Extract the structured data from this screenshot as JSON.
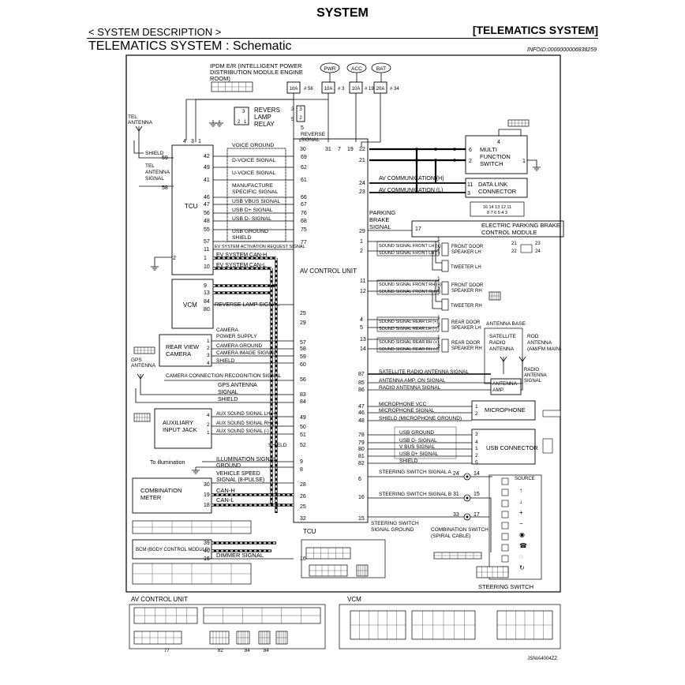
{
  "header": {
    "title": "SYSTEM",
    "section": "< SYSTEM DESCRIPTION >",
    "system_tag": "[TELEMATICS SYSTEM]",
    "schematic_title": "TELEMATICS SYSTEM : Schematic",
    "info_id": "INFOID:0000000006838259"
  },
  "ipdm": {
    "label_lines": [
      "IPDM E/R (INTELLIGENT POWER",
      "DISTRIBUTION MODULE ENGINE",
      "ROOM)"
    ],
    "power_sources": [
      "PWR",
      "ACC",
      "BAT"
    ],
    "fuses": [
      {
        "rating": "10A",
        "num": "# 56"
      },
      {
        "rating": "10A",
        "num": "# 3"
      },
      {
        "rating": "10A",
        "num": "# 19"
      },
      {
        "rating": "20A",
        "num": "# 34"
      }
    ]
  },
  "relay": {
    "label_lines": [
      "REVERS",
      "LAMP",
      "RELAY"
    ],
    "pins": [
      "3",
      "5",
      "2",
      "1"
    ]
  },
  "tel_antenna": {
    "label_lines": [
      "TEL",
      "ANTENNA"
    ],
    "shield": "SHIELD",
    "signal_lines": [
      "TEL",
      "ANTENNA",
      "SIGNAL"
    ],
    "pins": [
      "4",
      "3",
      "1",
      "59",
      "58",
      "2"
    ]
  },
  "tcu": {
    "label": "TCU",
    "left_pins": [
      "42",
      "49",
      "41",
      "46",
      "47",
      "56",
      "48",
      "55",
      "57",
      "11",
      "1",
      "10"
    ],
    "signals": [
      "VOICE GROUND",
      "D-VOICE SIGNAL",
      "U-VOICE SIGNAL",
      "MANUFACTURE",
      "SPECIFIC SIGNAL",
      "USB VBUS SIGNAL",
      "USB D+ SIGNAL",
      "USB D- SIGNAL",
      "USB GROUND",
      "SHIELD",
      "EV SYSTEM ACTIVATION REQUEST SIGNAL",
      "EV SYSTEM CAN-H",
      "EV SYSTEM CAN-L"
    ],
    "right_pins": [
      "69",
      "62",
      "61",
      "66",
      "67",
      "76",
      "68",
      "75",
      "77"
    ]
  },
  "vcm": {
    "label": "VCM",
    "pins": [
      "9",
      "13",
      "84",
      "80"
    ],
    "signal": "REVERSE LAMP SIGNAL"
  },
  "av_unit": {
    "label": "AV CONTROL UNIT",
    "top_pins": [
      "30",
      "31",
      "7",
      "19",
      "22",
      "21",
      "24",
      "23",
      "29"
    ],
    "reverse_signal_lines": [
      "REVERSE",
      "SIGNAL"
    ],
    "av_comm_h": "AV COMMUNICATION (H)",
    "av_comm_l": "AV COMMUNICATION (L)",
    "parking_brake_lines": [
      "PARKING",
      "BRAKE",
      "SIGNAL"
    ],
    "left_pins": [
      "25",
      "29",
      "57",
      "58",
      "59",
      "60",
      "56",
      "83",
      "84",
      "49",
      "50",
      "51",
      "52",
      "9",
      "8",
      "28",
      "26",
      "25",
      "32",
      "16"
    ]
  },
  "multi_function_switch": {
    "label_lines": [
      "MULTI",
      "FUNCTION",
      "SWITCH"
    ],
    "pins": [
      "4",
      "6",
      "2",
      "1"
    ]
  },
  "data_link_connector": {
    "label_lines": [
      "DATA LINK",
      "CONNECTOR"
    ],
    "pins": [
      "11",
      "3"
    ],
    "connector_top": "16 14 13 12 11",
    "connector_bottom": "8 7 6 5 4 3"
  },
  "epb": {
    "label_lines": [
      "ELECTRIC PARKING BRAKE",
      "CONTROL MODULE"
    ],
    "pin": "17",
    "connectors": [
      "21",
      "22",
      "23",
      "24"
    ]
  },
  "speakers": [
    {
      "pins": [
        "1",
        "2"
      ],
      "signals": [
        "SOUND SIGNAL FRONT LH (+)",
        "SOUND SIGNAL FRONT LH (-)"
      ],
      "label_lines": [
        "FRONT DOOR",
        "SPEAKER LH"
      ],
      "tweeter": "TWEETER LH"
    },
    {
      "pins": [
        "11",
        "12"
      ],
      "signals": [
        "SOUND SIGNAL FRONT RH (+)",
        "SOUND SIGNAL FRONT RH (-)"
      ],
      "label_lines": [
        "FRONT DOOR",
        "SPEAKER RH"
      ],
      "tweeter": "TWEETER RH"
    },
    {
      "pins": [
        "4",
        "5"
      ],
      "signals": [
        "SOUND SIGNAL REAR LH (+)",
        "SOUND SIGNAL REAR LH (-)"
      ],
      "label_lines": [
        "REAR DOOR",
        "SPEAKER LH"
      ]
    },
    {
      "pins": [
        "13",
        "14"
      ],
      "signals": [
        "SOUND SIGNAL REAR RH (+)",
        "SOUND SIGNAL REAR RH (-)"
      ],
      "label_lines": [
        "REAR DOOR",
        "SPEAKER RH"
      ]
    }
  ],
  "antennas": {
    "base": "ANTENNA BASE",
    "satellite_lines": [
      "SATELLITE",
      "RADIO",
      "ANTENNA"
    ],
    "rod_lines": [
      "ROD",
      "ANTENNA",
      "(AM/FM MAIN)"
    ],
    "radio_signal_lines": [
      "RADIO",
      "ANTENNA",
      "SIGNAL"
    ],
    "amp_lines": [
      "ANTENNA",
      "AMP."
    ],
    "pins": [
      "87",
      "85",
      "86"
    ],
    "signals": [
      "SATELLITE RADIO ANTENNA SIGNAL",
      "ANTENNA AMP. ON SIGNAL",
      "RADIO ANTENNA SIGNAL"
    ]
  },
  "microphone": {
    "label": "MICROPHONE",
    "pins": [
      "47",
      "46",
      "48"
    ],
    "signals": [
      "MICROPHONE VCC",
      "MICROPHONE SIGNAL",
      "SHIELD (MICROPHONE GROUND)"
    ],
    "dev_pins": [
      "1",
      "2"
    ]
  },
  "usb": {
    "label": "USB CONNECTOR",
    "pins": [
      "78",
      "79",
      "80",
      "81",
      "82"
    ],
    "signals": [
      "USB GROUND",
      "USB D- SIGNAL",
      "V BUS SIGNAL",
      "USB D+ SIGNAL",
      "SHIELD"
    ],
    "dev_pins": [
      "3",
      "4",
      "1",
      "2",
      "5"
    ]
  },
  "steering": {
    "pins": [
      "6",
      "16",
      "15"
    ],
    "signals": [
      "STEERING SWITCH SIGNAL A",
      "STEERING SWITCH SIGNAL B",
      "STEERING SWITCH",
      "SIGNAL GROUND"
    ],
    "cable_pins": [
      "24",
      "14",
      "31",
      "15",
      "33",
      "17"
    ],
    "cable_label_lines": [
      "COMBINATION SWITCH",
      "(SPIRAL CABLE)"
    ],
    "switch_label": "STEERING SWITCH",
    "source": "SOURCE"
  },
  "rear_view_camera": {
    "label_lines": [
      "REAR VIEW",
      "CAMERA"
    ],
    "pins": [
      "1",
      "2",
      "3",
      "4"
    ],
    "signals": [
      "CAMERA",
      "POWER SUPPLY",
      "CAMERA GROUND",
      "CAMERA IMAGE SIGNAL",
      "SHIELD"
    ]
  },
  "gps": {
    "label_lines": [
      "GPS",
      "ANTENNA"
    ],
    "signals": [
      "CAMERA CONNECTION RECOGNITION SIGNAL",
      "GPS ANTENNA",
      "SIGNAL",
      "SHIELD"
    ]
  },
  "aux_jack": {
    "label_lines": [
      "AUXILIARY",
      "INPUT JACK"
    ],
    "pins": [
      "4",
      "2",
      "1"
    ],
    "signals": [
      "AUX SOUND SIGNAL LH (+)",
      "AUX SOUND SIGNAL RH (+)",
      "AUX SOUND SIGNAL (-)",
      "SHIELD"
    ]
  },
  "illumination": {
    "to": "To illumination",
    "signals": [
      "ILLUMINATION SIGNAL",
      "GROUND",
      "VEHICLE SPEED",
      "SIGNAL (8-PULSE)"
    ]
  },
  "combination_meter": {
    "label_lines": [
      "COMBINATION",
      "METER"
    ],
    "pins": [
      "30",
      "19",
      "18"
    ],
    "signals": [
      "CAN-H",
      "CAN-L"
    ]
  },
  "bcm": {
    "label": "BCM (BODY CONTROL MODULE)",
    "pins": [
      "39",
      "40",
      "16"
    ],
    "signal": "DIMMER SIGNAL"
  },
  "footer": {
    "tcu": "TCU",
    "av_control_unit": "AV CONTROL UNIT",
    "vcm": "VCM",
    "av_conn_labels": [
      "77",
      "82",
      "84",
      "84"
    ],
    "ref_code": "JSNIA4004ZZ"
  }
}
